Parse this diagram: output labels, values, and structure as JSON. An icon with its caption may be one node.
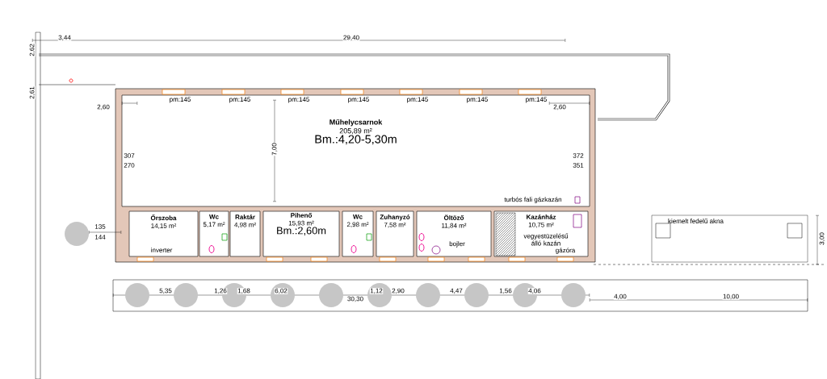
{
  "diagram": {
    "nodes": [
      {
        "text": [
          "Műhelycsarnok",
          "205,89 m²",
          "Bm.:4,20-5,30m"
        ]
      },
      {
        "text": [
          "Őrszoba",
          "14,15 m²"
        ]
      },
      {
        "text": [
          "Wc",
          "5,17 m²"
        ]
      },
      {
        "text": [
          "Raktár",
          "4,98 m²"
        ]
      },
      {
        "text": [
          "Pihenő",
          "15,93 m²",
          "Bm.:2,60m"
        ]
      },
      {
        "text": [
          "Wc",
          "2,98 m²"
        ]
      },
      {
        "text": [
          "Zuhanyzó",
          "7,58 m²"
        ]
      },
      {
        "text": [
          "Öltöző",
          "11,84 m²"
        ]
      },
      {
        "text": [
          "Kazánház",
          "10,75 m²"
        ]
      },
      {
        "text": [
          "kiemelt fedelű akna"
        ]
      }
    ],
    "labels": [
      "3,44",
      "29,40",
      "2,62",
      "2,61",
      "2,60",
      "2,60",
      "7,00",
      "307",
      "270",
      "372",
      "351",
      "pm:145",
      "pm:145",
      "pm:145",
      "pm:145",
      "pm:145",
      "pm:145",
      "pm:145",
      "turbós fali gázkazán",
      "vegyestüzelésű álló kazán",
      "bojler",
      "inverter",
      "gázóra",
      "135",
      "144",
      "5,35",
      "1,26",
      "1,68",
      "6,02",
      "30,30",
      "1,12",
      "2,90",
      "4,47",
      "1,56",
      "4,06",
      "4,00",
      "10,00",
      "3,00"
    ]
  }
}
